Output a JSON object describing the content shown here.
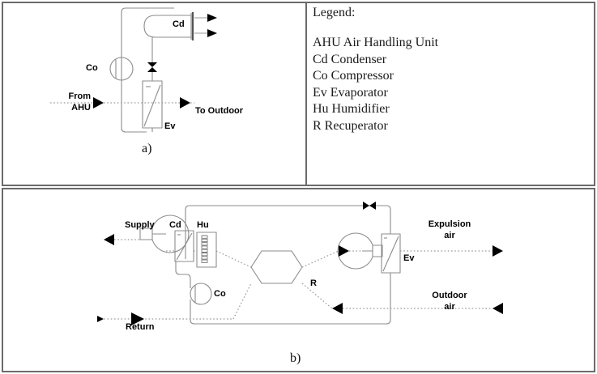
{
  "figure": {
    "panels": [
      {
        "id": "a",
        "caption": "a)"
      },
      {
        "id": "b",
        "caption": "b)"
      }
    ]
  },
  "legend": {
    "title": "Legend:",
    "entries": [
      "AHU Air Handling Unit",
      "Cd Condenser",
      "Co Compressor",
      "Ev Evaporator",
      "Hu Humidifier",
      "R Recuperator"
    ]
  },
  "diagram_a": {
    "caption": "a)",
    "components": {
      "condenser": "Cd",
      "compressor": "Co",
      "evaporator": "Ev"
    },
    "flows": {
      "inlet_line1": "From",
      "inlet_line2": "AHU",
      "outlet": "To Outdoor"
    }
  },
  "diagram_b": {
    "caption": "b)",
    "components": {
      "condenser": "Cd",
      "humidifier": "Hu",
      "compressor": "Co",
      "recuperator": "R",
      "evaporator": "Ev"
    },
    "flows": {
      "supply": "Supply",
      "return": "Return",
      "expulsion_line1": "Expulsion",
      "expulsion_line2": "air",
      "outdoor_line1": "Outdoor",
      "outdoor_line2": "air"
    }
  },
  "colors": {
    "frame": "#6b6b6b",
    "line": "#8c8c8c",
    "ink": "#000000",
    "text": "#1a1a1a",
    "background": "#ffffff"
  }
}
